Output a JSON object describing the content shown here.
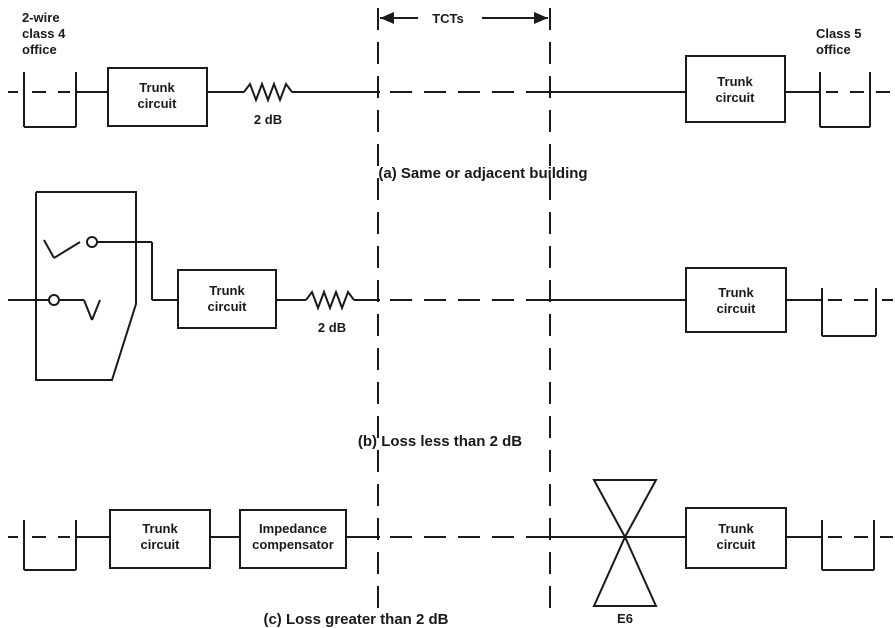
{
  "header": {
    "left_office": [
      "2-wire",
      "class 4",
      "office"
    ],
    "right_office": [
      "Class 5",
      "office"
    ],
    "tcts_label": "TCTs"
  },
  "panels": [
    {
      "caption": "(a)  Same or adjacent building",
      "left_box": [
        "Trunk",
        "circuit"
      ],
      "right_box": [
        "Trunk",
        "circuit"
      ],
      "pad_label": "2 dB"
    },
    {
      "caption": "(b)  Loss less than 2 dB",
      "left_box": [
        "Trunk",
        "circuit"
      ],
      "right_box": [
        "Trunk",
        "circuit"
      ],
      "pad_label": "2 dB"
    },
    {
      "caption": "(c)  Loss greater than 2 dB",
      "left_box": [
        "Trunk",
        "circuit"
      ],
      "mid_box": [
        "Impedance",
        "compensator"
      ],
      "right_box": [
        "Trunk",
        "circuit"
      ],
      "repeater_label": "E6"
    }
  ]
}
